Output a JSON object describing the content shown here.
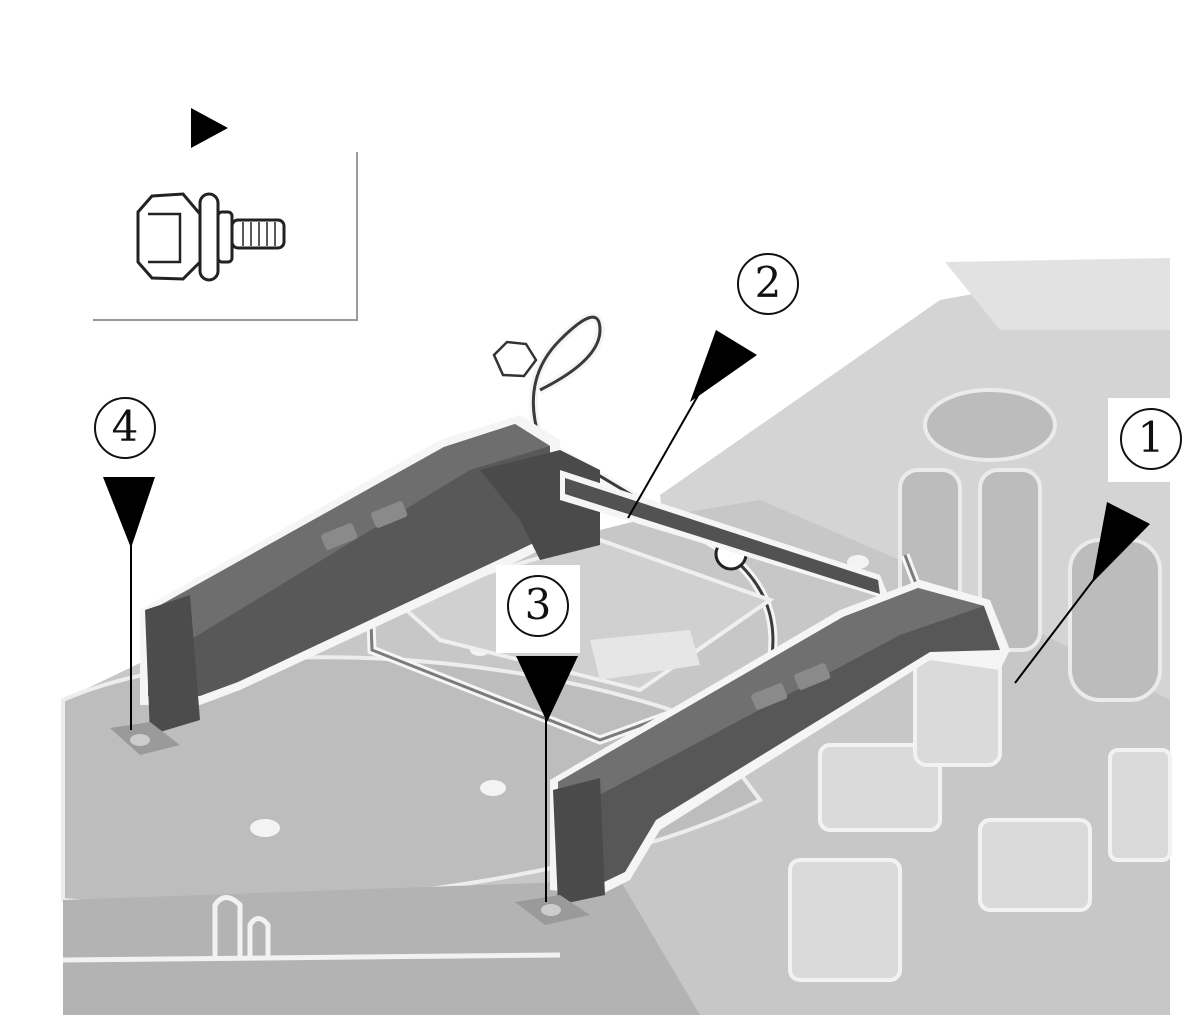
{
  "callouts": [
    "1",
    "2",
    "3",
    "4"
  ],
  "colors": {
    "background": "#ffffff",
    "floor": "#c9c9c9",
    "floor_dark": "#aeaeae",
    "bracket": "#4d4d4d",
    "bracket_light": "#6a6a6a",
    "outline": "#f4f4f4",
    "pointer": "#000000"
  },
  "icons": {
    "fastener": "flange-bolt-icon",
    "marker": "triangle-pointer-icon"
  }
}
